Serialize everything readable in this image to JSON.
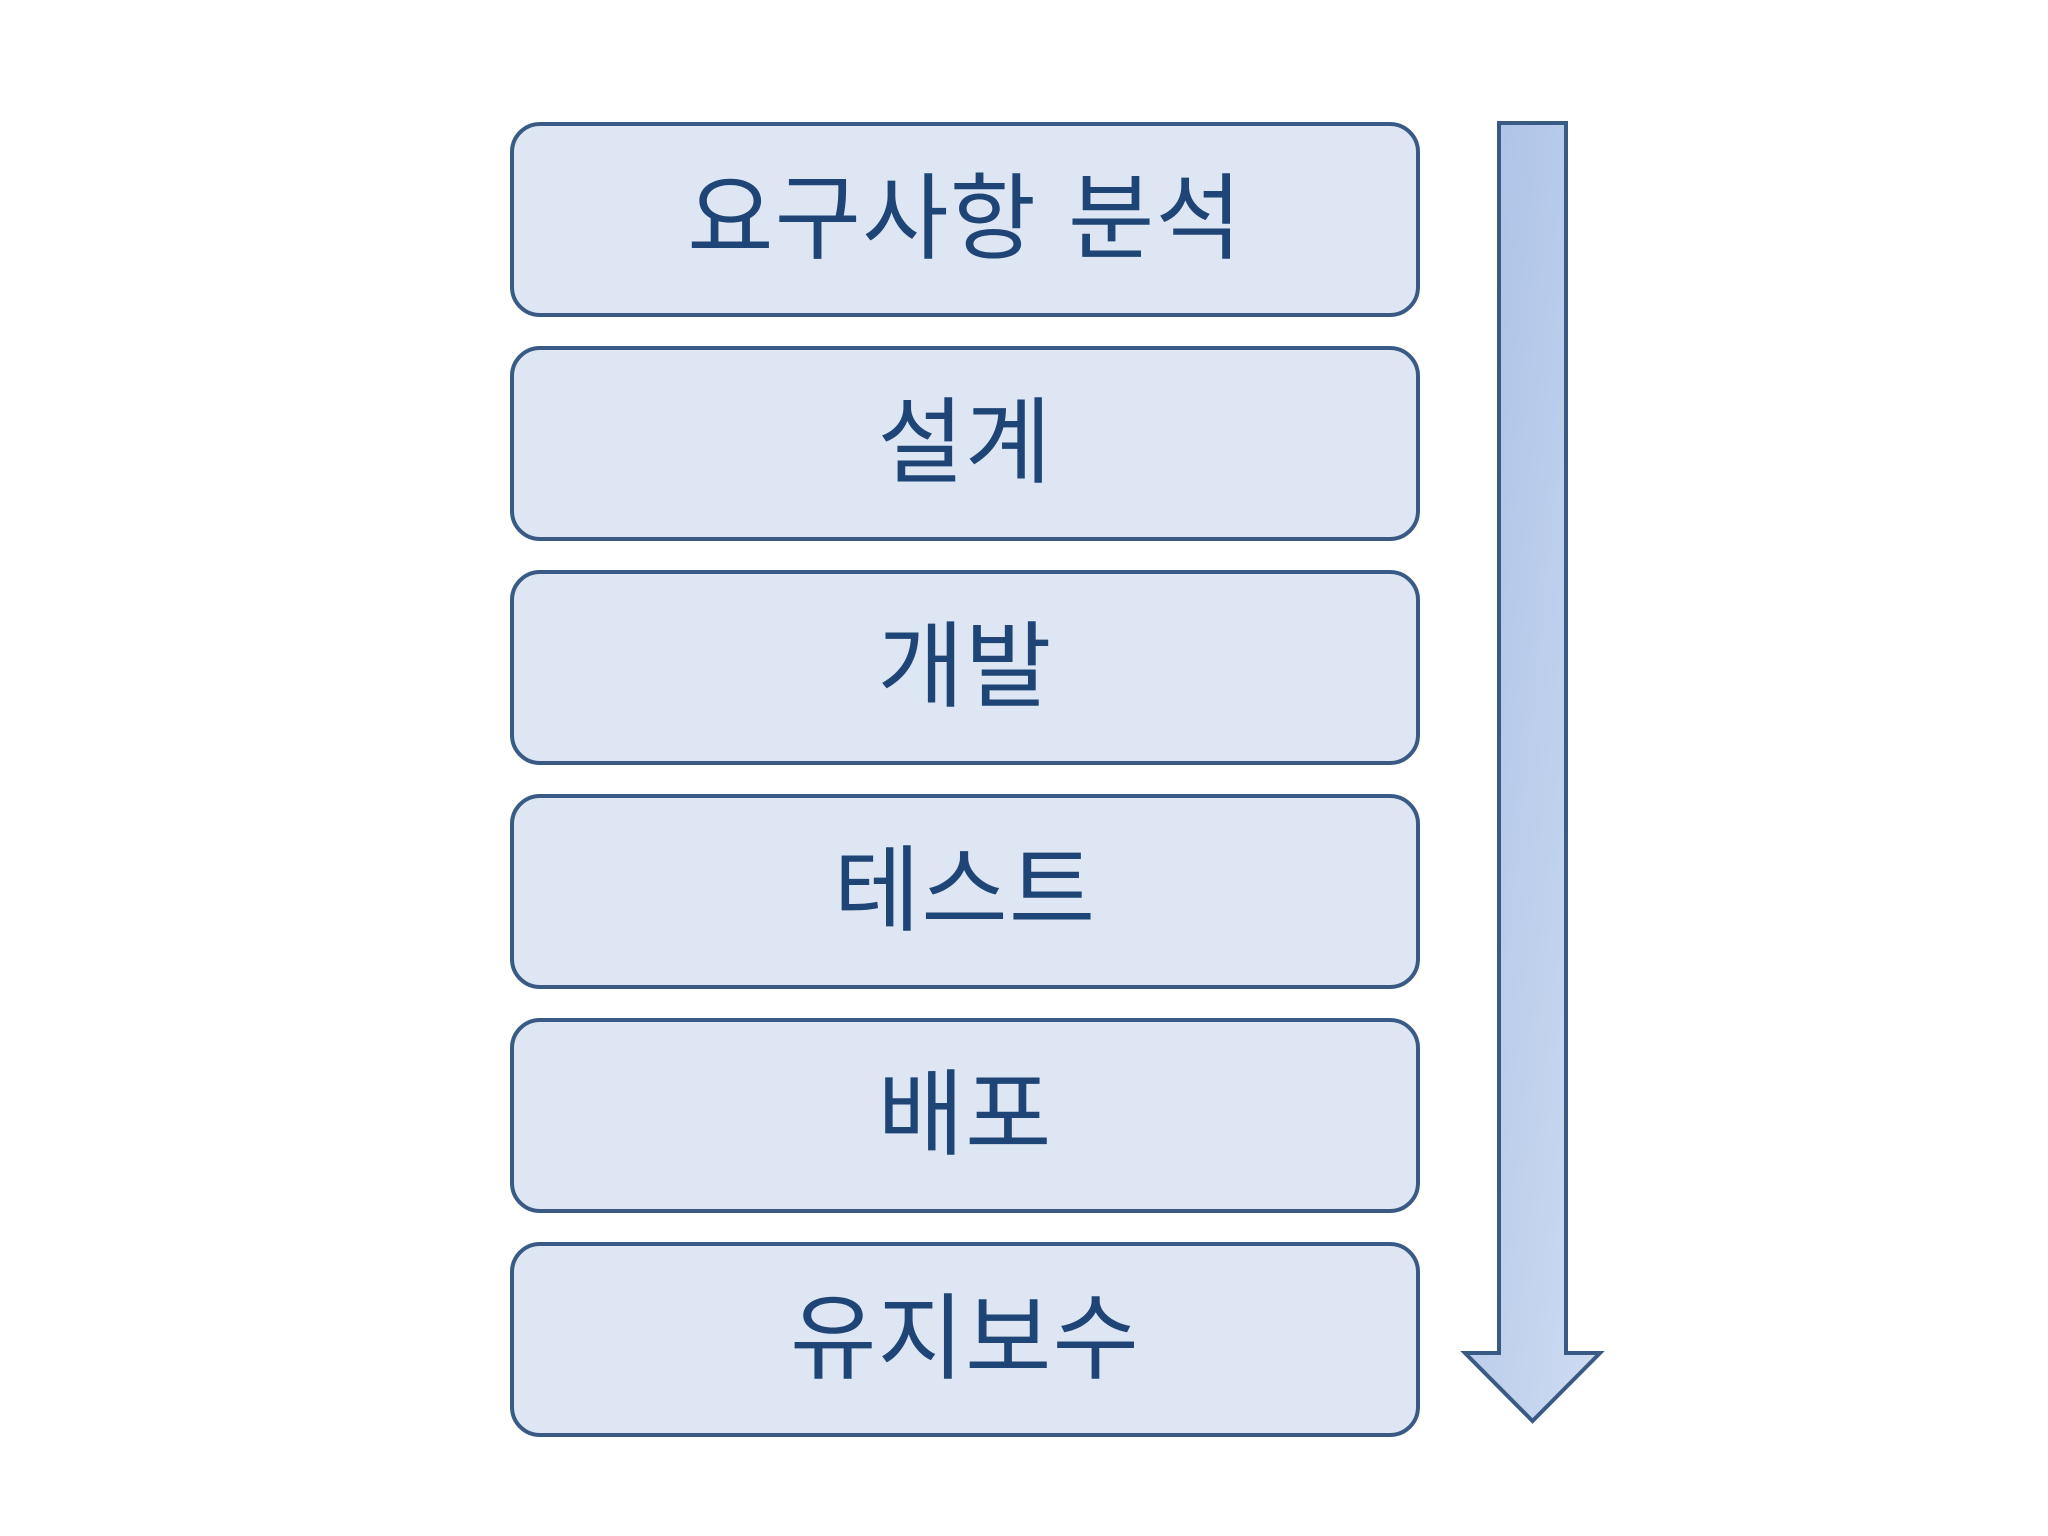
{
  "diagram": {
    "steps": [
      {
        "label": "요구사항 분석"
      },
      {
        "label": "설계"
      },
      {
        "label": "개발"
      },
      {
        "label": "테스트"
      },
      {
        "label": "배포"
      },
      {
        "label": "유지보수"
      }
    ],
    "arrow": {
      "direction": "down"
    },
    "colors": {
      "box_fill": "#dee6f3",
      "box_border": "#3a5a86",
      "text": "#1f4577",
      "arrow_light": "#cfdcf1",
      "arrow_dark": "#a9c0e6",
      "arrow_border": "#3a5a86"
    }
  }
}
